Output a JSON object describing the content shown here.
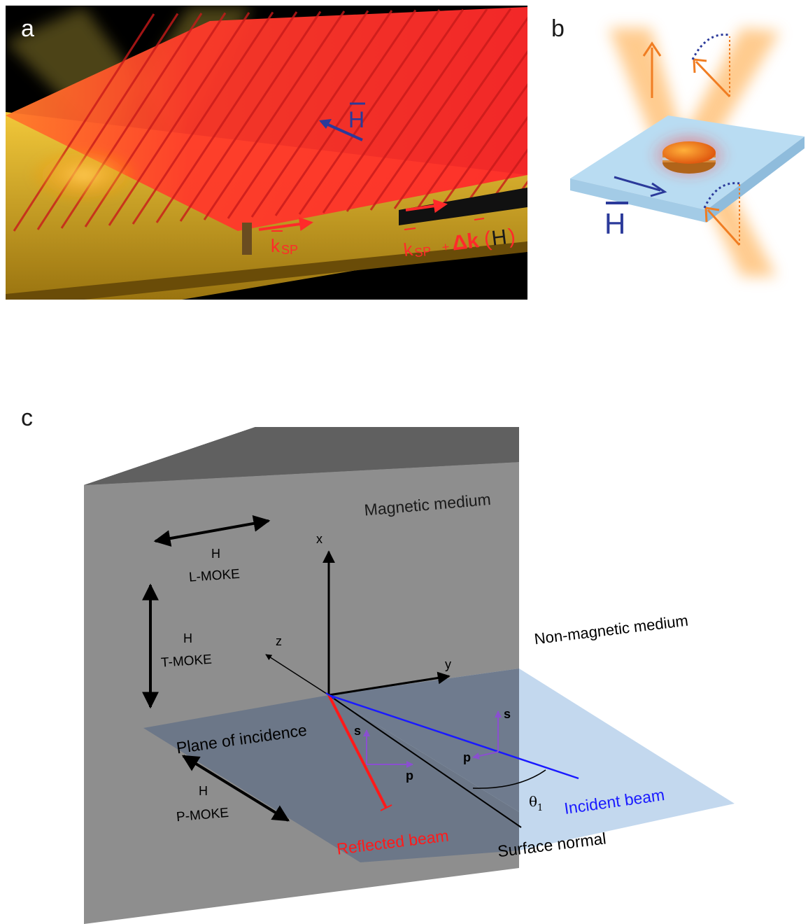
{
  "panels": {
    "a": {
      "label": "a",
      "h_label": "H",
      "ksp_k": "k",
      "ksp_sub": "SP",
      "ksp2_k": "k",
      "ksp2_sub": "SP",
      "ksp2_plus": "+",
      "ksp2_delta": "Δk",
      "ksp2_paren_open": "(",
      "ksp2_paren_h": "H",
      "ksp2_paren_close": ")"
    },
    "b": {
      "label": "b",
      "h_label": "H"
    },
    "c": {
      "label": "c",
      "magnetic_medium": "Magnetic medium",
      "nonmagnetic_medium": "Non-magnetic medium",
      "plane_of_incidence": "Plane of incidence",
      "axis_x": "x",
      "axis_y": "y",
      "axis_z": "z",
      "lmoke_h": "H",
      "lmoke_label": "L-MOKE",
      "tmoke_h": "H",
      "tmoke_label": "T-MOKE",
      "pmoke_h": "H",
      "pmoke_label": "P-MOKE",
      "s_reflected": "s",
      "p_reflected": "p",
      "s_incident": "s",
      "p_incident": "p",
      "theta": "θ",
      "theta_sub": "1",
      "incident_beam": "Incident beam",
      "reflected_beam": "Reflected beam",
      "surface_normal": "Surface normal"
    }
  },
  "colors": {
    "red": "#ff2a2a",
    "gold": "#d9a81c",
    "navy": "#2b3a9a",
    "orange": "#f07d22",
    "blue_beam": "#1a1aff",
    "reflected": "#ff1a1a",
    "purple": "#8a4fd0",
    "gray_block": "#8c8c8c"
  }
}
